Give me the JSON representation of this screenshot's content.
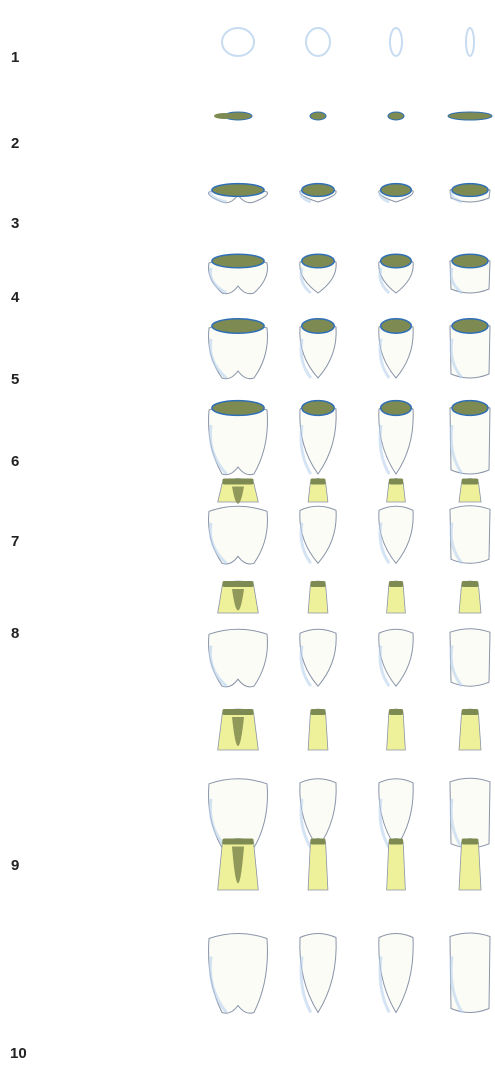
{
  "stage_labels": [
    "1",
    "2",
    "3",
    "4",
    "5",
    "6",
    "7",
    "8",
    "9",
    "10"
  ],
  "colors": {
    "enamel_fill": "#fbfcf6",
    "enamel_outline": "#8a94a8",
    "enamel_shadow": "#b9d2ee",
    "crown_cap": "#7d8a52",
    "cap_rim": "#2f6fb6",
    "root": "#eef19a",
    "pulp": "#7f8a4f",
    "label": "#222222"
  }
}
